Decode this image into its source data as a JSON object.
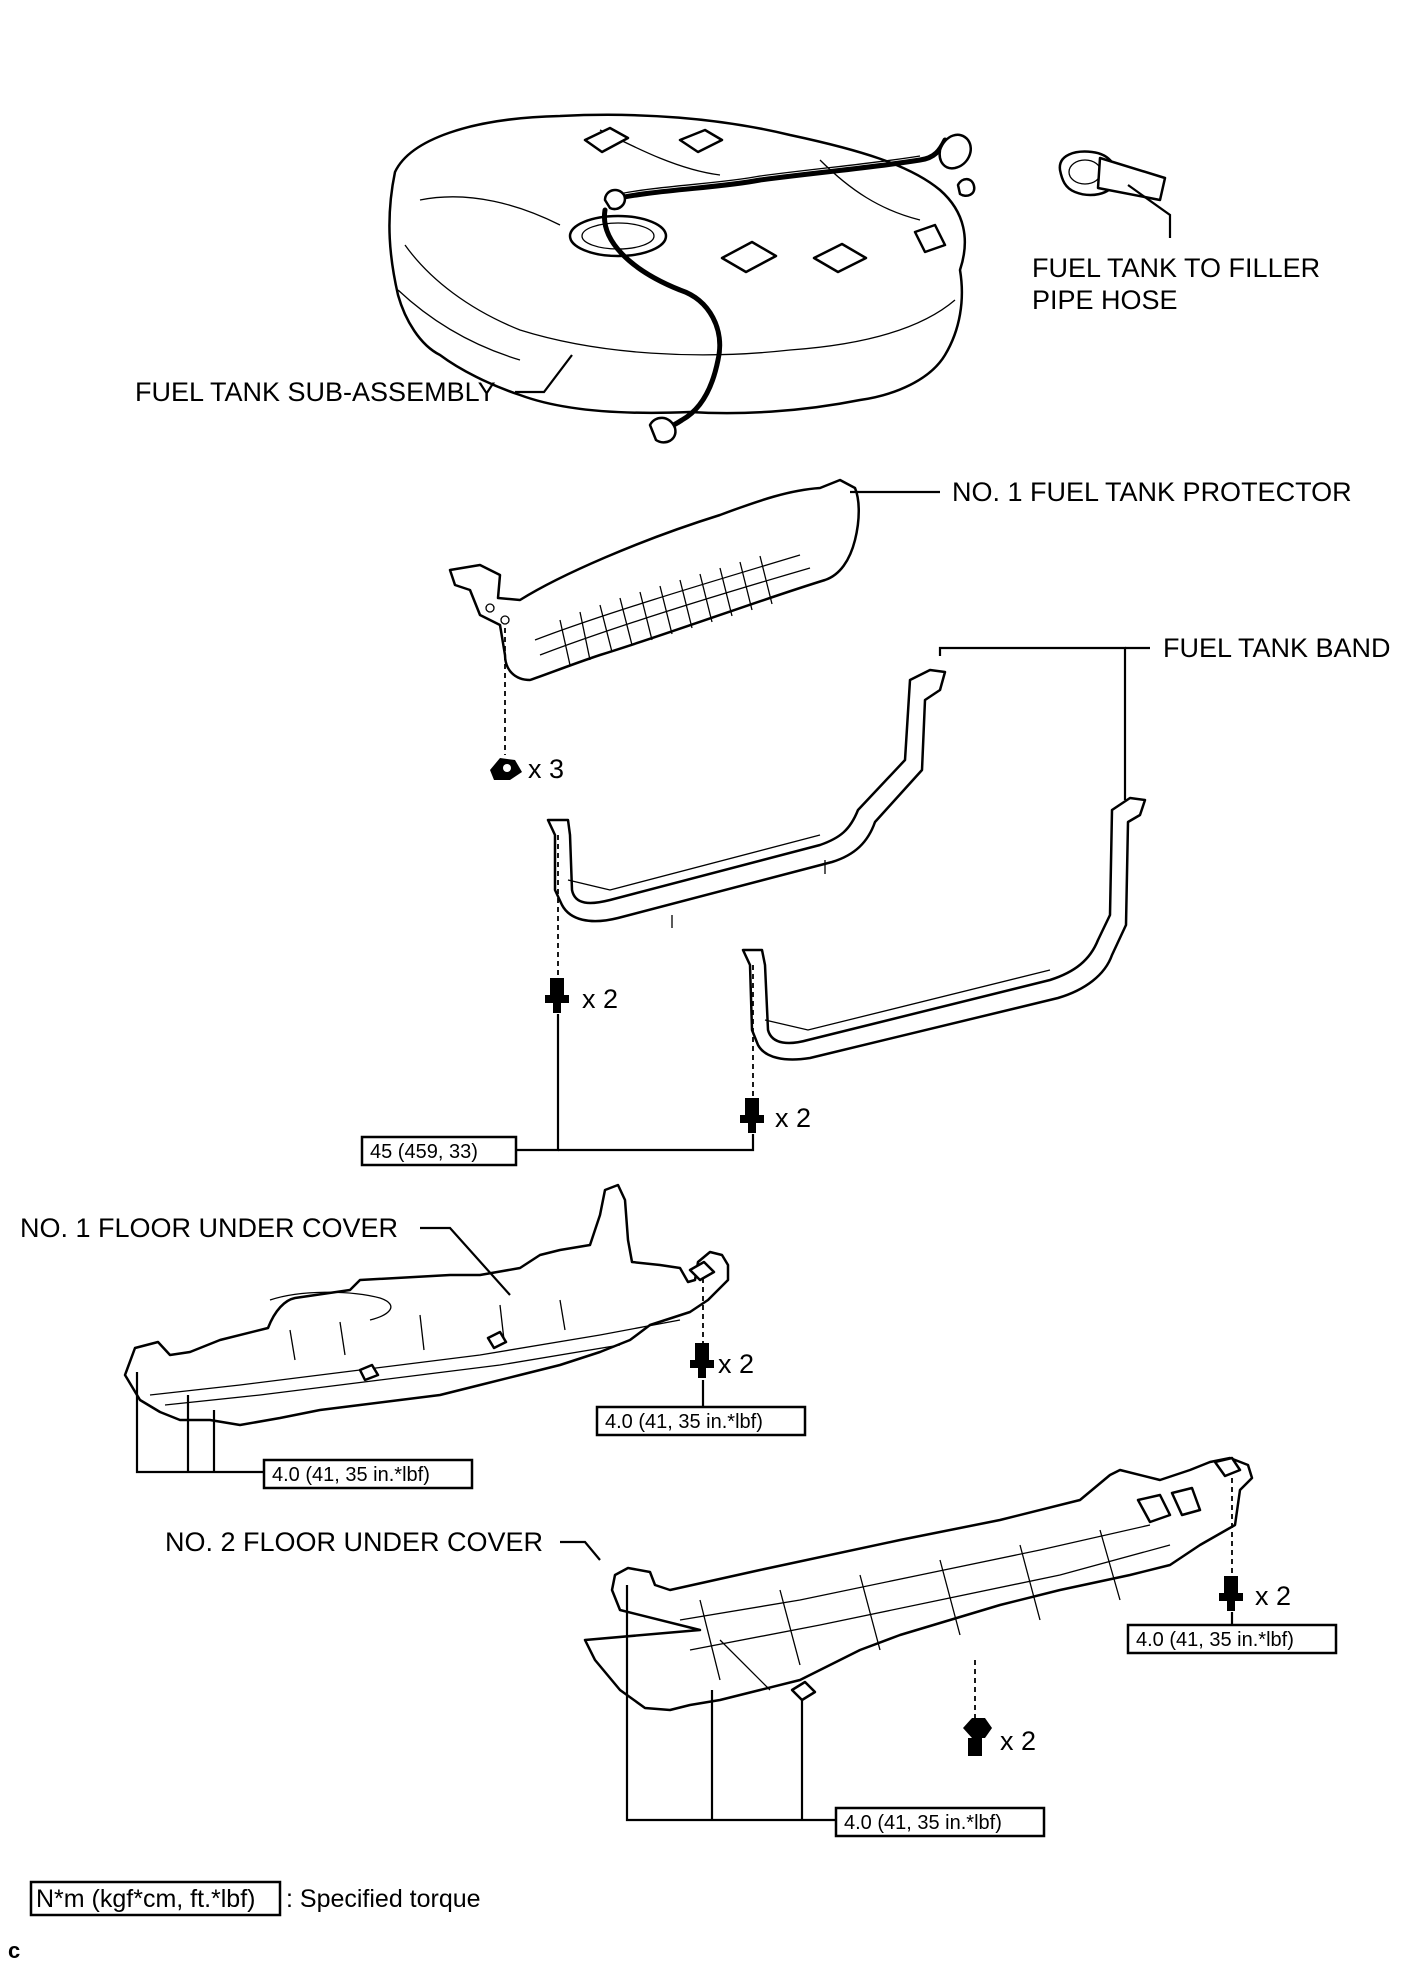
{
  "parts": {
    "filler_hose": "FUEL TANK TO FILLER",
    "filler_hose_line2": "PIPE HOSE",
    "tank": "FUEL TANK SUB-ASSEMBLY",
    "protector": "NO. 1 FUEL TANK PROTECTOR",
    "band": "FUEL TANK BAND",
    "floor_cover_1": "NO. 1 FLOOR UNDER COVER",
    "floor_cover_2": "NO. 2 FLOOR UNDER COVER"
  },
  "quantities": {
    "protector_clips": "x 3",
    "band_bolts_left": "x 2",
    "band_bolts_right": "x 2",
    "cover1_bolts": "x 2",
    "cover2_bolts_right": "x 2",
    "cover2_bolts_middle": "x 2"
  },
  "torques": {
    "band": "45 (459, 33)",
    "cover1_right": "4.0 (41, 35 in.*lbf)",
    "cover1_left": "4.0 (41, 35 in.*lbf)",
    "cover2_right": "4.0 (41, 35 in.*lbf)",
    "cover2_bottom": "4.0 (41, 35 in.*lbf)"
  },
  "legend": {
    "unit": "N*m (kgf*cm, ft.*lbf)",
    "description": ": Specified torque"
  },
  "corner_code": "c"
}
